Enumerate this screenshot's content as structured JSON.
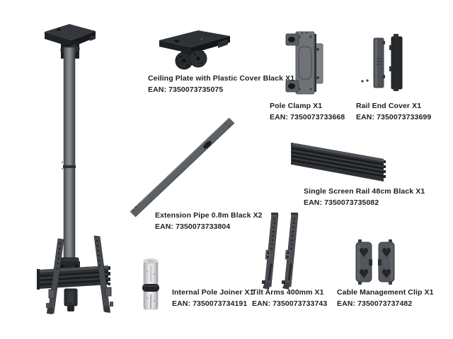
{
  "colors": {
    "background": "#ffffff",
    "label_text": "#1d1e20",
    "part_dark": "#2d3033",
    "part_gray": "#6f7276",
    "part_light": "#e0e1e3"
  },
  "parts": [
    {
      "icon": "ceiling-plate-image",
      "label": "Ceiling Plate with Plastic Cover Black X1",
      "ean": "EAN: 7350073735075"
    },
    {
      "icon": "pole-clamp-image",
      "label": "Pole Clamp X1",
      "ean": "EAN: 7350073733668"
    },
    {
      "icon": "rail-end-cover-image",
      "label": "Rail End Cover X1",
      "ean": "EAN: 7350073733699"
    },
    {
      "icon": "extension-pipe-image",
      "label": "Extension Pipe 0.8m Black X2",
      "ean": "EAN: 7350073733804"
    },
    {
      "icon": "single-screen-rail-image",
      "label": "Single Screen Rail 48cm Black X1",
      "ean": "EAN: 7350073735082"
    },
    {
      "icon": "internal-pole-joiner-image",
      "label": "Internal Pole Joiner X1",
      "ean": "EAN: 7350073734191"
    },
    {
      "icon": "tilt-arms-image",
      "label": "Tilt Arms 400mm X1",
      "ean": "EAN: 7350073733743"
    },
    {
      "icon": "cable-management-clip-image",
      "label": "Cable Management Clip X1",
      "ean": "EAN: 7350073737482"
    }
  ]
}
